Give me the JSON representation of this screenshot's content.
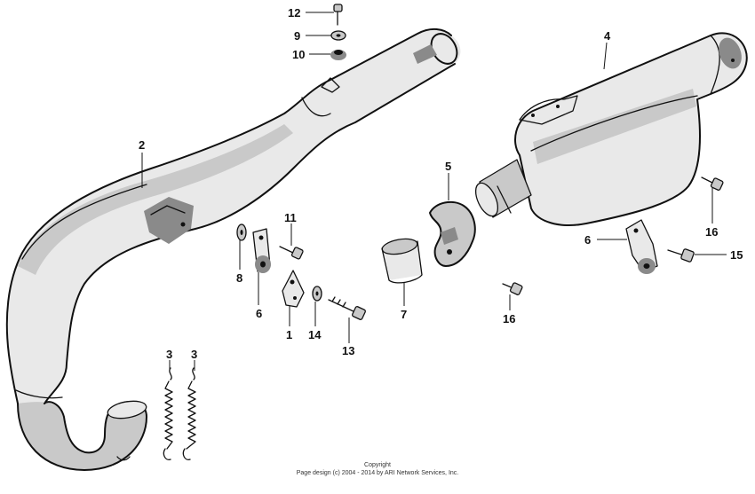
{
  "diagram": {
    "part_labels": [
      "12",
      "9",
      "10",
      "4",
      "2",
      "5",
      "11",
      "8",
      "6",
      "1",
      "14",
      "13",
      "7",
      "16",
      "16",
      "6",
      "15",
      "3",
      "3"
    ],
    "copyright_line1": "Copyright",
    "copyright_line2": "Page design (c) 2004 - 2014 by ARI Network Services, Inc."
  }
}
